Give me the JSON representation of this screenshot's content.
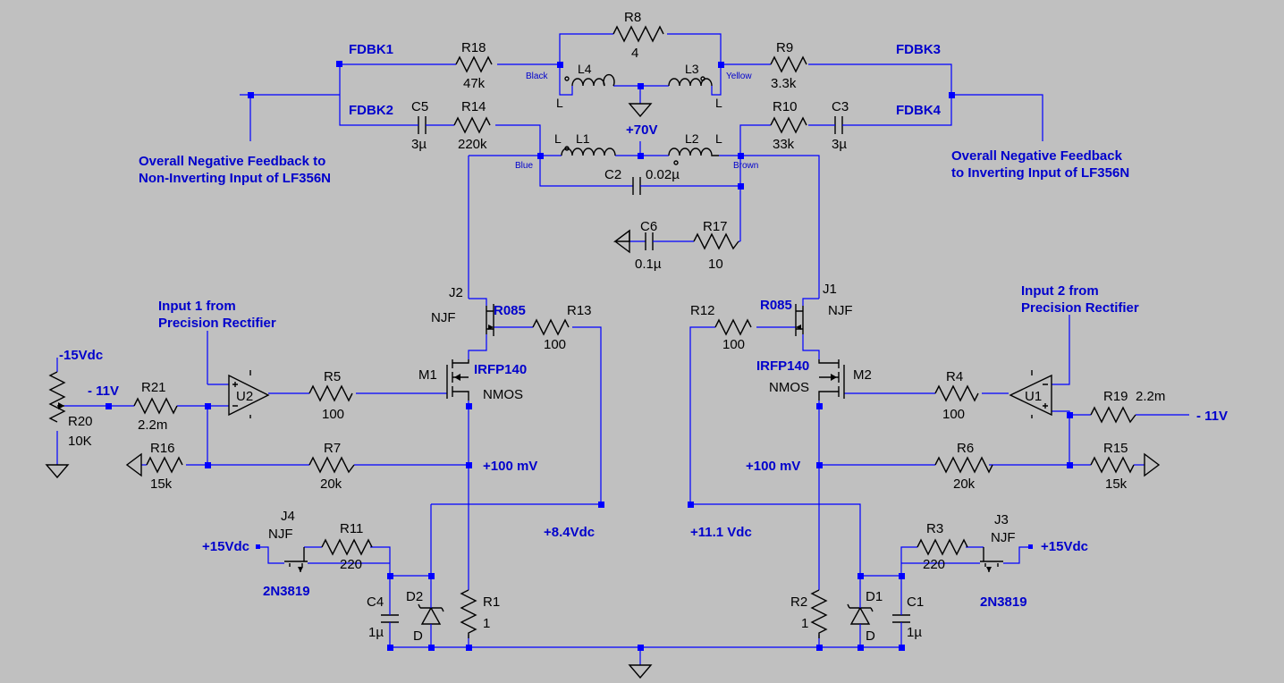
{
  "nets": {
    "fdbk1": "FDBK1",
    "fdbk2": "FDBK2",
    "fdbk3": "FDBK3",
    "fdbk4": "FDBK4",
    "black": "Black",
    "yellow": "Yellow",
    "blue": "Blue",
    "brown": "Brown",
    "v70": "+70V",
    "neg11_left": "- 11V",
    "neg11_right": "- 11V",
    "neg15": "-15Vdc",
    "mv100_left": "+100 mV",
    "mv100_right": "+100 mV",
    "v84": "+8.4Vdc",
    "v111": "+11.1 Vdc",
    "p15_left": "+15Vdc",
    "p15_right": "+15Vdc"
  },
  "notes": {
    "left_fb_1": "Overall Negative Feedback to",
    "left_fb_2": "Non-Inverting Input of LF356N",
    "right_fb_1": "Overall Negative Feedback",
    "right_fb_2": "to Inverting Input of LF356N",
    "in1_1": "Input 1 from",
    "in1_2": "Precision Rectifier",
    "in2_1": "Input 2 from",
    "in2_2": "Precision Rectifier"
  },
  "parts": {
    "R8": {
      "name": "R8",
      "value": "4"
    },
    "R18": {
      "name": "R18",
      "value": "47k"
    },
    "R9": {
      "name": "R9",
      "value": "3.3k"
    },
    "R14": {
      "name": "R14",
      "value": "220k"
    },
    "R10": {
      "name": "R10",
      "value": "33k"
    },
    "C5": {
      "name": "C5",
      "value": "3µ"
    },
    "C3": {
      "name": "C3",
      "value": "3µ"
    },
    "L1": {
      "name": "L1",
      "value": "L"
    },
    "L2": {
      "name": "L2",
      "value": "L"
    },
    "L3": {
      "name": "L3",
      "value": "L"
    },
    "L4": {
      "name": "L4",
      "value": "L"
    },
    "C2": {
      "name": "C2",
      "value": "0.02µ"
    },
    "C6": {
      "name": "C6",
      "value": "0.1µ"
    },
    "R17": {
      "name": "R17",
      "value": "10"
    },
    "J2": {
      "name": "J2",
      "value": "NJF",
      "model": "R085"
    },
    "J1": {
      "name": "J1",
      "value": "NJF",
      "model": "R085"
    },
    "R13": {
      "name": "R13",
      "value": "100"
    },
    "R12": {
      "name": "R12",
      "value": "100"
    },
    "M1": {
      "name": "M1",
      "value": "NMOS",
      "model": "IRFP140"
    },
    "M2": {
      "name": "M2",
      "value": "NMOS",
      "model": "IRFP140"
    },
    "U2": {
      "name": "U2"
    },
    "U1": {
      "name": "U1"
    },
    "R5": {
      "name": "R5",
      "value": "100"
    },
    "R4": {
      "name": "R4",
      "value": "100"
    },
    "R21": {
      "name": "R21",
      "value": "2.2m"
    },
    "R19": {
      "name": "R19",
      "value": "2.2m"
    },
    "R20": {
      "name": "R20",
      "value": "10K"
    },
    "R16": {
      "name": "R16",
      "value": "15k"
    },
    "R15": {
      "name": "R15",
      "value": "15k"
    },
    "R7": {
      "name": "R7",
      "value": "20k"
    },
    "R6": {
      "name": "R6",
      "value": "20k"
    },
    "J4": {
      "name": "J4",
      "value": "NJF",
      "model": "2N3819"
    },
    "J3": {
      "name": "J3",
      "value": "NJF",
      "model": "2N3819"
    },
    "R11": {
      "name": "R11",
      "value": "220"
    },
    "R3": {
      "name": "R3",
      "value": "220"
    },
    "C4": {
      "name": "C4",
      "value": "1µ"
    },
    "C1": {
      "name": "C1",
      "value": "1µ"
    },
    "D2": {
      "name": "D2",
      "value": "D"
    },
    "D1": {
      "name": "D1",
      "value": "D"
    },
    "R1": {
      "name": "R1",
      "value": "1"
    },
    "R2": {
      "name": "R2",
      "value": "1"
    }
  }
}
